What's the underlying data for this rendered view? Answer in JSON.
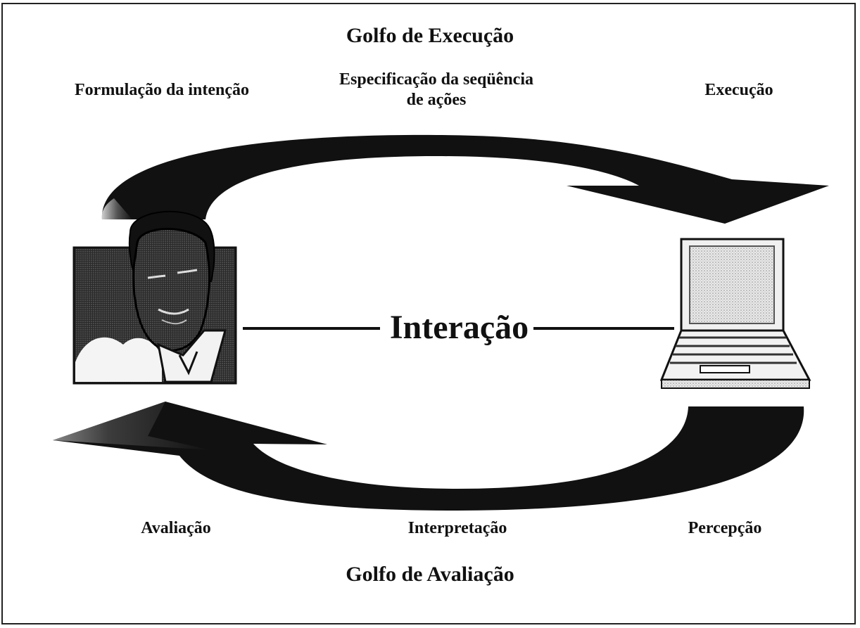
{
  "diagram": {
    "gulf_execution": "Golfo  de Execução",
    "gulf_evaluation": "Golfo de Avaliação",
    "stage_formulation": "Formulação da intenção",
    "stage_specification_line1": "Especificação da seqüência",
    "stage_specification_line2": "de ações",
    "stage_execution": "Execução",
    "center_label": "Interação",
    "stage_evaluation": "Avaliação",
    "stage_interpretation": "Interpretação",
    "stage_perception": "Percepção"
  }
}
